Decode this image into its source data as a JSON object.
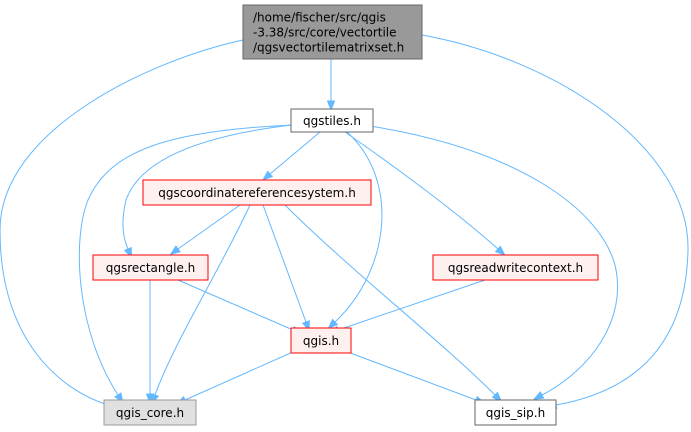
{
  "colors": {
    "edge": "#63b8ff",
    "root_fill": "#999999",
    "root_stroke": "#666666",
    "plain_fill": "#ffffff",
    "plain_stroke": "#666666",
    "highlight_fill": "#fff0f0",
    "highlight_stroke": "#ff0000",
    "external_fill": "#e0e0e0",
    "external_stroke": "#999999"
  },
  "nodes": [
    {
      "id": "root",
      "lines": [
        "/home/fischer/src/qgis",
        "-3.38/src/core/vectortile",
        "/qgsvectortilematrixset.h"
      ],
      "style": "root"
    },
    {
      "id": "qgstiles",
      "lines": [
        "qgstiles.h"
      ],
      "style": "plain"
    },
    {
      "id": "qgscrs",
      "lines": [
        "qgscoordinatereferencesystem.h"
      ],
      "style": "highlight"
    },
    {
      "id": "qgsrectangle",
      "lines": [
        "qgsrectangle.h"
      ],
      "style": "highlight"
    },
    {
      "id": "qgsreadwrite",
      "lines": [
        "qgsreadwritecontext.h"
      ],
      "style": "highlight"
    },
    {
      "id": "qgis",
      "lines": [
        "qgis.h"
      ],
      "style": "highlight"
    },
    {
      "id": "qgis_core",
      "lines": [
        "qgis_core.h"
      ],
      "style": "external"
    },
    {
      "id": "qgis_sip",
      "lines": [
        "qgis_sip.h"
      ],
      "style": "plain"
    }
  ],
  "edges": [
    {
      "from": "root",
      "to": "qgstiles"
    },
    {
      "from": "root",
      "to": "qgis_core"
    },
    {
      "from": "root",
      "to": "qgis_sip"
    },
    {
      "from": "qgstiles",
      "to": "qgscrs"
    },
    {
      "from": "qgstiles",
      "to": "qgsrectangle"
    },
    {
      "from": "qgstiles",
      "to": "qgsreadwrite"
    },
    {
      "from": "qgstiles",
      "to": "qgis"
    },
    {
      "from": "qgstiles",
      "to": "qgis_core"
    },
    {
      "from": "qgstiles",
      "to": "qgis_sip"
    },
    {
      "from": "qgscrs",
      "to": "qgsrectangle"
    },
    {
      "from": "qgscrs",
      "to": "qgis"
    },
    {
      "from": "qgscrs",
      "to": "qgis_core"
    },
    {
      "from": "qgscrs",
      "to": "qgis_sip"
    },
    {
      "from": "qgsrectangle",
      "to": "qgis"
    },
    {
      "from": "qgsrectangle",
      "to": "qgis_core"
    },
    {
      "from": "qgsreadwrite",
      "to": "qgis"
    },
    {
      "from": "qgis",
      "to": "qgis_core"
    },
    {
      "from": "qgis",
      "to": "qgis_sip"
    }
  ]
}
